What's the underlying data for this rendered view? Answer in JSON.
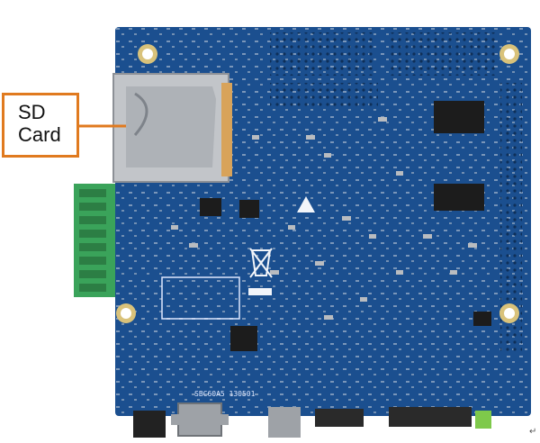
{
  "callout": {
    "line1": "SD",
    "line2": "Card"
  },
  "board": {
    "silkscreen_label": "SBC60A5 130501",
    "colors": {
      "pcb": "#1b4f8f",
      "pcb_dark": "#143e72",
      "callout_border": "#e07a1f",
      "terminal_green": "#3aa35a",
      "chip": "#1c1c1c",
      "metal": "#b9bcc0"
    }
  },
  "return_mark": "↵"
}
